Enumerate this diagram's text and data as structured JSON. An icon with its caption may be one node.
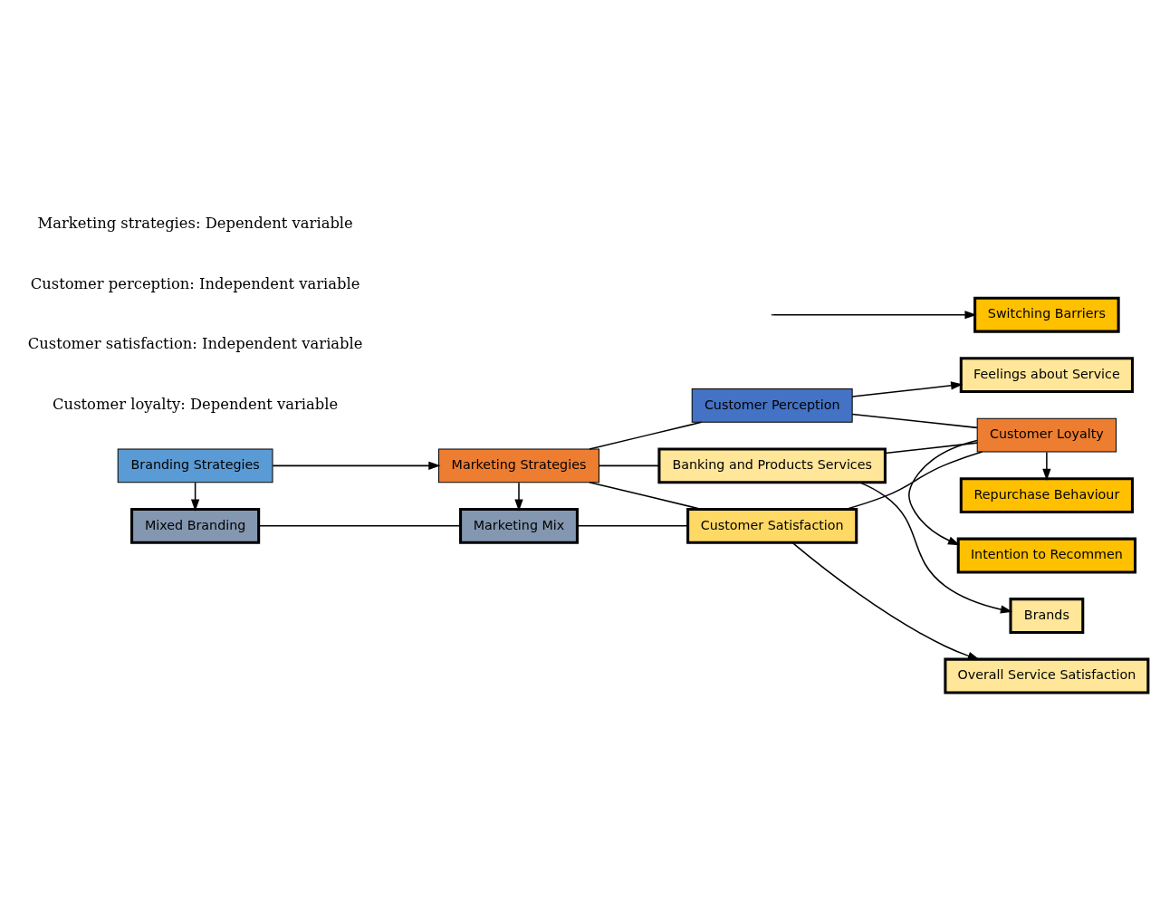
{
  "diagram": {
    "nodes": [
      {
        "text": [
          "Branding Strategies"
        ]
      },
      {
        "text": [
          "Marketing Strategies"
        ]
      },
      {
        "text": [
          "Banking and Products Services"
        ]
      },
      {
        "text": [
          "Brands"
        ]
      },
      {
        "text": [
          "Customer Perception"
        ]
      },
      {
        "text": [
          "Feelings about Service"
        ]
      },
      {
        "text": [
          "Repurchase Behaviour"
        ]
      },
      {
        "text": [
          "Customer Loyalty"
        ]
      },
      {
        "text": [
          "Intention to Recommen"
        ]
      },
      {
        "text": [
          "Mixed Branding"
        ]
      },
      {
        "text": [
          "Marketing Mix"
        ]
      },
      {
        "text": [
          "Customer Satisfaction"
        ]
      },
      {
        "text": [
          "Switching Barriers"
        ]
      },
      {
        "text": [
          "Overall Service Satisfaction"
        ]
      }
    ],
    "edges": [
      {
        "from": 0,
        "to": 1,
        "arrow": "to"
      },
      {
        "from": 1,
        "to": 2,
        "arrow": "none"
      },
      {
        "from": 1,
        "to": 4,
        "arrow": "none"
      },
      {
        "from": 1,
        "to": 11,
        "arrow": "none"
      },
      {
        "from": 0,
        "to": 9,
        "arrow": "to"
      },
      {
        "from": 1,
        "to": 10,
        "arrow": "to"
      },
      {
        "from": 2,
        "to": 3,
        "arrow": "to"
      },
      {
        "from": 2,
        "to": 7,
        "arrow": "none"
      },
      {
        "from": 4,
        "to": 7,
        "arrow": "none"
      },
      {
        "from": 4,
        "to": 5,
        "arrow": "to"
      },
      {
        "from": 7,
        "to": 6,
        "arrow": "to"
      },
      {
        "from": 7,
        "to": 8,
        "arrow": "to"
      },
      {
        "from": 11,
        "to": 7,
        "arrow": "none"
      },
      {
        "from": 9,
        "to": 10,
        "arrow": "none"
      },
      {
        "from": 10,
        "to": 11,
        "arrow": "none"
      },
      {
        "from": 11,
        "to": 13,
        "arrow": "to"
      },
      {
        "from": null,
        "to": 12,
        "arrow": "to"
      }
    ],
    "labels": [
      "Marketing strategies: Dependent variable",
      "Customer perception: Independent variable",
      "Customer satisfaction: Independent variable",
      "Customer loyalty: Dependent variable"
    ]
  }
}
